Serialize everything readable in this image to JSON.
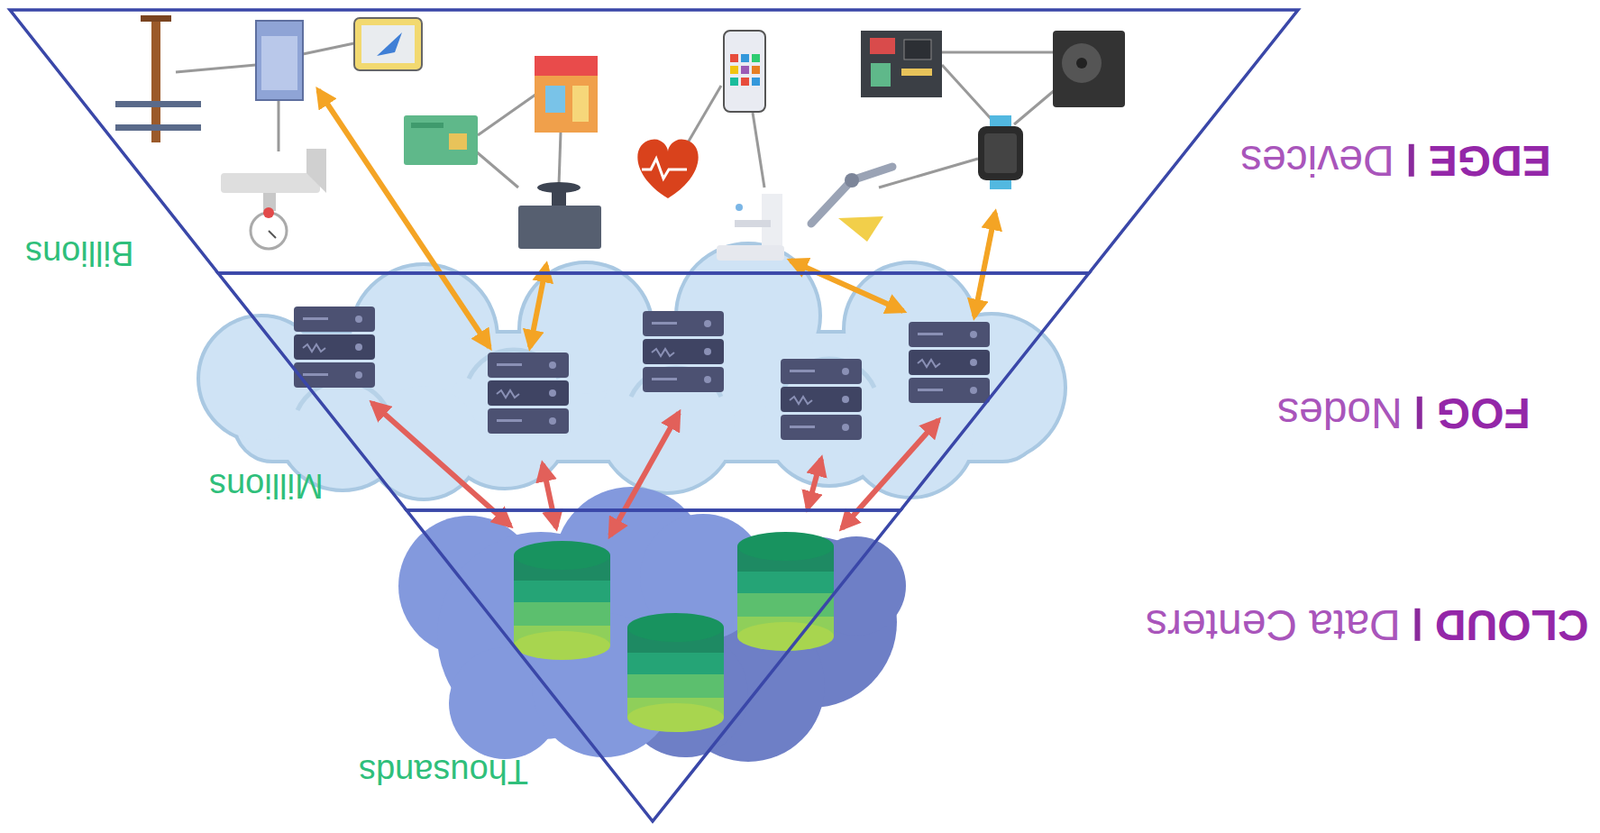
{
  "diagram": {
    "nodes": [
      {
        "text": [
          "EDGE",
          "Devices",
          "Billions"
        ]
      },
      {
        "text": [
          "FOG",
          "Nodes",
          "Millions"
        ]
      },
      {
        "text": [
          "CLOUD",
          "Data Centers",
          "Thousands"
        ]
      }
    ]
  }
}
